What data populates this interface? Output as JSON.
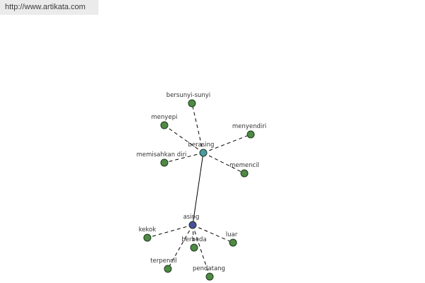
{
  "header": {
    "url": "http://www.artikata.com"
  },
  "colors": {
    "leaf_node": "#4e8a43",
    "hub_node_berasing": "#4a9ca8",
    "hub_node_asing": "#4a4f9a"
  },
  "graph": {
    "nodes": [
      {
        "id": "bersunyi-sunyi",
        "label": "bersunyi-sunyi",
        "type": "leaf"
      },
      {
        "id": "menyepi",
        "label": "menyepi",
        "type": "leaf"
      },
      {
        "id": "menyendiri",
        "label": "menyendiri",
        "type": "leaf"
      },
      {
        "id": "berasing",
        "label": "berasing",
        "type": "hub_secondary"
      },
      {
        "id": "memisahkan-diri",
        "label": "memisahkan diri",
        "type": "leaf"
      },
      {
        "id": "memencil",
        "label": "memencil",
        "type": "leaf"
      },
      {
        "id": "asing",
        "label": "asing",
        "type": "hub_primary"
      },
      {
        "id": "kekok",
        "label": "kekok",
        "type": "leaf"
      },
      {
        "id": "luar",
        "label": "luar",
        "type": "leaf"
      },
      {
        "id": "berbeda",
        "label": "berbeda",
        "type": "leaf"
      },
      {
        "id": "terpencil",
        "label": "terpencil",
        "type": "leaf"
      },
      {
        "id": "pendatang",
        "label": "pendatang",
        "type": "leaf"
      }
    ],
    "edges": [
      {
        "from": "berasing",
        "to": "bersunyi-sunyi",
        "style": "dashed"
      },
      {
        "from": "berasing",
        "to": "menyepi",
        "style": "dashed"
      },
      {
        "from": "berasing",
        "to": "menyendiri",
        "style": "dashed"
      },
      {
        "from": "berasing",
        "to": "memisahkan-diri",
        "style": "dashed"
      },
      {
        "from": "berasing",
        "to": "memencil",
        "style": "dashed"
      },
      {
        "from": "asing",
        "to": "berasing",
        "style": "solid"
      },
      {
        "from": "asing",
        "to": "kekok",
        "style": "dashed"
      },
      {
        "from": "asing",
        "to": "luar",
        "style": "dashed"
      },
      {
        "from": "asing",
        "to": "berbeda",
        "style": "dashed"
      },
      {
        "from": "asing",
        "to": "terpencil",
        "style": "dashed"
      },
      {
        "from": "asing",
        "to": "pendatang",
        "style": "dashed"
      }
    ]
  }
}
